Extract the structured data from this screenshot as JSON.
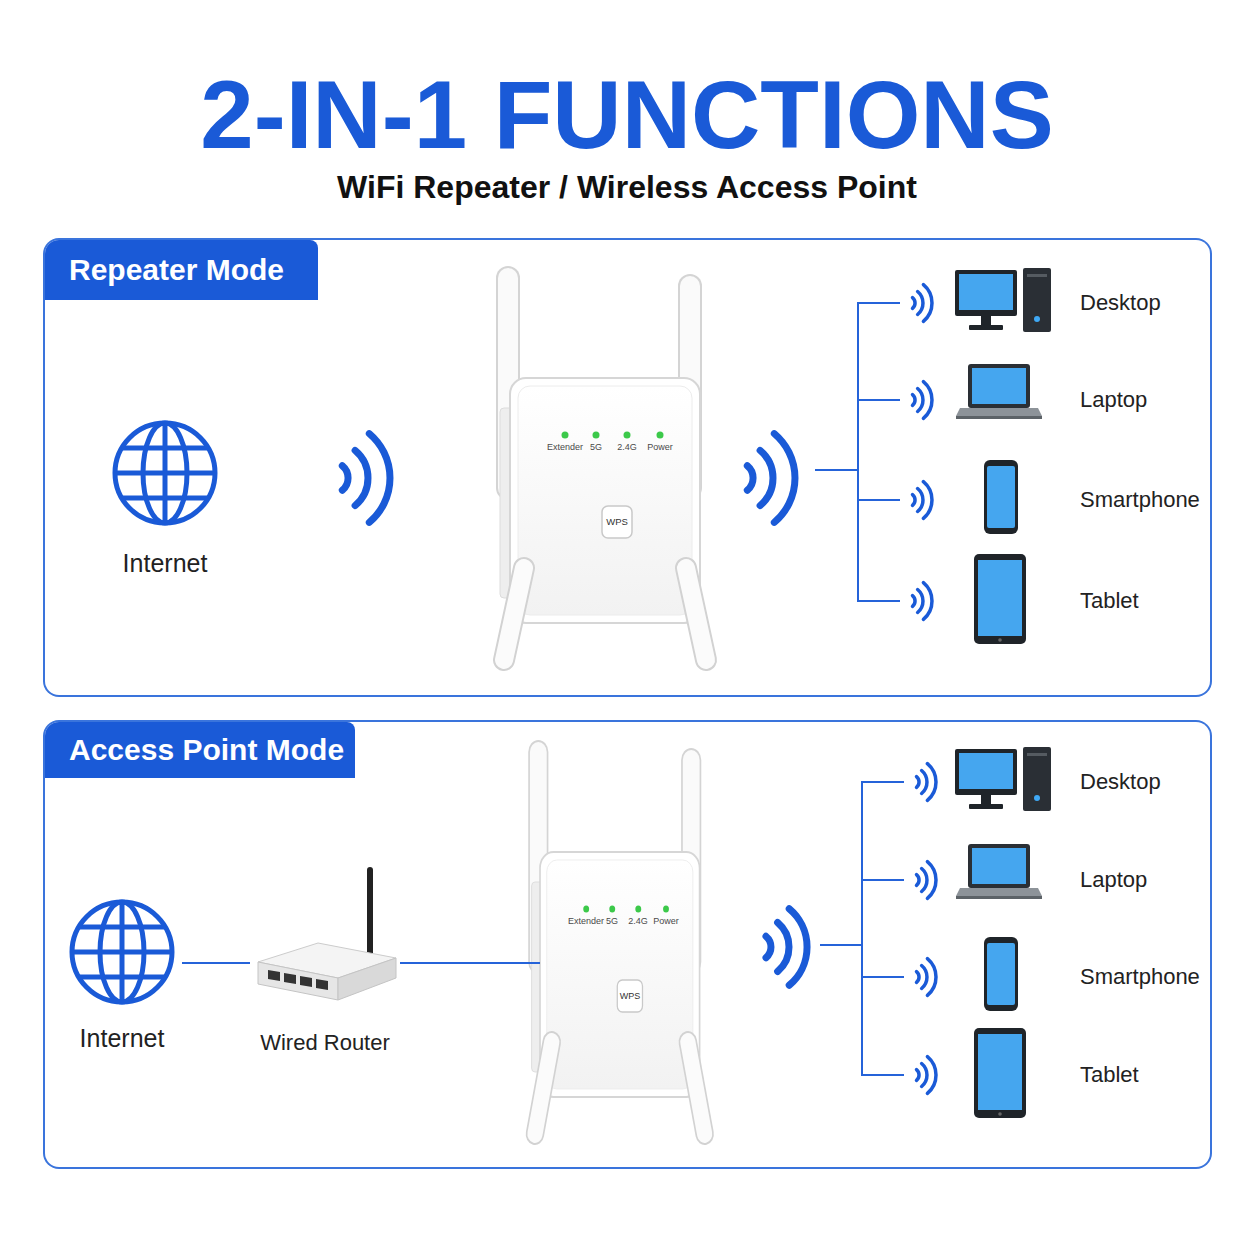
{
  "diagram": {
    "title": "2-IN-1 FUNCTIONS",
    "nodes": [
      {
        "text": [
          "Repeater Mode"
        ]
      },
      {
        "text": [
          "Internet"
        ],
        "in": 0
      },
      {
        "text": [
          "Extender",
          "5G",
          "2.4G",
          "Power"
        ],
        "in": 0
      },
      {
        "text": [
          "WPS"
        ],
        "in": 2
      },
      {
        "text": [
          "Desktop"
        ],
        "in": 0
      },
      {
        "text": [
          "Laptop"
        ],
        "in": 0
      },
      {
        "text": [
          "Smartphone"
        ],
        "in": 0
      },
      {
        "text": [
          "Tablet"
        ],
        "in": 0
      },
      {
        "text": [
          "Access Point Mode"
        ]
      },
      {
        "text": [
          "Internet"
        ],
        "in": 8
      },
      {
        "text": [
          "Wired Router"
        ],
        "in": 8
      },
      {
        "text": [
          "Extender",
          "5G",
          "2.4G",
          "Power"
        ],
        "in": 8
      },
      {
        "text": [
          "WPS"
        ],
        "in": 11
      },
      {
        "text": [
          "Desktop"
        ],
        "in": 8
      },
      {
        "text": [
          "Laptop"
        ],
        "in": 8
      },
      {
        "text": [
          "Smartphone"
        ],
        "in": 8
      },
      {
        "text": [
          "Tablet"
        ],
        "in": 8
      }
    ],
    "edges": [
      {
        "from": 2,
        "to": 4,
        "arrow": "none"
      },
      {
        "from": 2,
        "to": 5,
        "arrow": "none"
      },
      {
        "from": 2,
        "to": 6,
        "arrow": "none"
      },
      {
        "from": 2,
        "to": 7,
        "arrow": "none"
      },
      {
        "from": 9,
        "to": 10,
        "arrow": "none"
      },
      {
        "from": 10,
        "to": 11,
        "arrow": "none"
      },
      {
        "from": 11,
        "to": 13,
        "arrow": "none"
      },
      {
        "from": 11,
        "to": 14,
        "arrow": "none"
      },
      {
        "from": 11,
        "to": 15,
        "arrow": "none"
      },
      {
        "from": 11,
        "to": 16,
        "arrow": "none"
      }
    ],
    "labels": [
      "WiFi Repeater / Wireless Access Point"
    ]
  }
}
